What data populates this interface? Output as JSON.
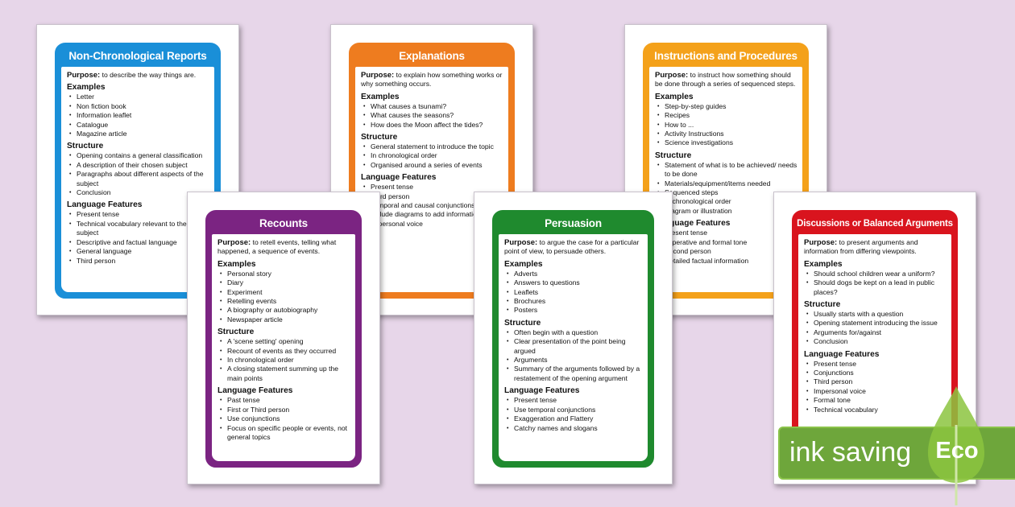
{
  "cards": [
    {
      "title": "Non-Chronological Reports",
      "color": "#1a8fd8",
      "purpose_label": "Purpose:",
      "purpose": "to describe the way things are.",
      "sections": [
        {
          "heading": "Examples",
          "items": [
            "Letter",
            "Non fiction book",
            "Information leaflet",
            "Catalogue",
            "Magazine article"
          ]
        },
        {
          "heading": "Structure",
          "items": [
            "Opening contains a general classification",
            "A description of their chosen subject",
            "Paragraphs about different aspects of the subject",
            "Conclusion"
          ]
        },
        {
          "heading": "Language Features",
          "items": [
            "Present tense",
            "Technical vocabulary relevant to the subject",
            "Descriptive and factual language",
            "General language",
            "Third person"
          ]
        }
      ]
    },
    {
      "title": "Explanations",
      "color": "#ee7c1f",
      "purpose_label": "Purpose:",
      "purpose": "to explain how something works or why something occurs.",
      "sections": [
        {
          "heading": "Examples",
          "items": [
            "What causes a tsunami?",
            "What causes the seasons?",
            "How does the Moon affect the tides?"
          ]
        },
        {
          "heading": "Structure",
          "items": [
            "General statement to introduce the topic",
            "In chronological order",
            "Organised around a series of events"
          ]
        },
        {
          "heading": "Language Features",
          "items": [
            "Present tense",
            "Third person",
            "Temporal and causal conjunctions",
            "Include diagrams to add information",
            "Impersonal voice"
          ]
        }
      ]
    },
    {
      "title": "Instructions and Procedures",
      "color": "#f4a11a",
      "purpose_label": "Purpose:",
      "purpose": "to instruct how something should be done through a series of sequenced steps.",
      "sections": [
        {
          "heading": "Examples",
          "items": [
            "Step-by-step guides",
            "Recipes",
            "How to ...",
            "Activity Instructions",
            "Science investigations"
          ]
        },
        {
          "heading": "Structure",
          "items": [
            "Statement of what is to be achieved/ needs to be done",
            "Materials/equipment/items needed",
            "Sequenced steps",
            "In chronological order",
            "Diagram or illustration"
          ]
        },
        {
          "heading": "Language Features",
          "items": [
            "Present tense",
            "Imperative and formal tone",
            "Second person",
            "Detailed factual information"
          ]
        }
      ]
    },
    {
      "title": "Recounts",
      "color": "#7b2482",
      "purpose_label": "Purpose:",
      "purpose": "to retell events, telling what happened, a sequence of events.",
      "sections": [
        {
          "heading": "Examples",
          "items": [
            "Personal story",
            "Diary",
            "Experiment",
            "Retelling events",
            "A biography or autobiography",
            "Newspaper article"
          ]
        },
        {
          "heading": "Structure",
          "items": [
            "A 'scene setting' opening",
            "Recount of events as they occurred",
            "In chronological order",
            "A closing statement summing up the main points"
          ]
        },
        {
          "heading": "Language Features",
          "items": [
            "Past tense",
            "First or Third person",
            "Use conjunctions",
            "Focus on specific people or events, not general topics"
          ]
        }
      ]
    },
    {
      "title": "Persuasion",
      "color": "#1f8a2e",
      "purpose_label": "Purpose:",
      "purpose": "to argue the case for a particular point of view, to persuade others.",
      "sections": [
        {
          "heading": "Examples",
          "items": [
            "Adverts",
            "Answers to questions",
            "Leaflets",
            "Brochures",
            "Posters"
          ]
        },
        {
          "heading": "Structure",
          "items": [
            "Often begin with a question",
            "Clear presentation of the point being argued",
            "Arguments",
            "Summary of the arguments followed by a restatement of the opening argument"
          ]
        },
        {
          "heading": "Language Features",
          "items": [
            "Present tense",
            "Use temporal conjunctions",
            "Exaggeration and Flattery",
            "Catchy names and slogans"
          ]
        }
      ]
    },
    {
      "title": "Discussions or Balanced Arguments",
      "color": "#d9141e",
      "purpose_label": "Purpose:",
      "purpose": "to present arguments and information from differing viewpoints.",
      "sections": [
        {
          "heading": "Examples",
          "items": [
            "Should school children wear a uniform?",
            "Should dogs be kept on a lead in public places?"
          ]
        },
        {
          "heading": "Structure",
          "items": [
            "Usually starts with a question",
            "Opening statement introducing the issue",
            "Arguments for/against",
            "Conclusion"
          ]
        },
        {
          "heading": "Language Features",
          "items": [
            "Present tense",
            "Conjunctions",
            "Third person",
            "Impersonal voice",
            "Formal tone",
            "Technical vocabulary"
          ]
        }
      ]
    }
  ],
  "badge": {
    "text": "ink saving",
    "eco": "Eco",
    "color": "#6ea63b",
    "icon": "leaf-drop-icon"
  }
}
